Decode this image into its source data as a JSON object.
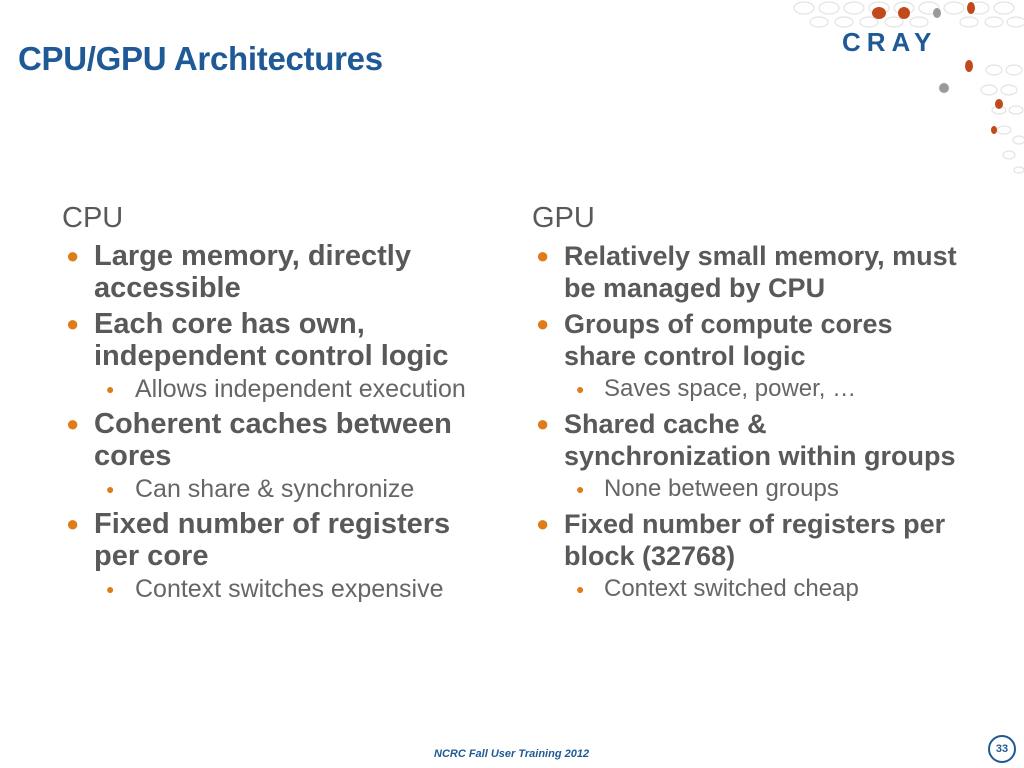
{
  "slide": {
    "title": "CPU/GPU Architectures",
    "logo_text": "CRAY",
    "footer": "NCRC Fall User Training 2012",
    "page_number": "33"
  },
  "colors": {
    "title": "#1f5a96",
    "bullet": "#e07b1a",
    "body": "#595959",
    "dot_orange": "#c04a1a",
    "dot_gray": "#9a9a9a"
  },
  "cpu": {
    "heading": "CPU",
    "items": [
      {
        "text": "Large memory, directly accessible",
        "subs": []
      },
      {
        "text": "Each core has own, independent control logic",
        "subs": [
          "Allows independent execution"
        ]
      },
      {
        "text": "Coherent caches between cores",
        "subs": [
          "Can share & synchronize"
        ]
      },
      {
        "text": "Fixed number of registers per core",
        "subs": [
          "Context switches expensive"
        ]
      }
    ]
  },
  "gpu": {
    "heading": "GPU",
    "items": [
      {
        "text": "Relatively small memory, must be managed by CPU",
        "subs": []
      },
      {
        "text": "Groups of compute cores share control logic",
        "subs": [
          "Saves space, power, …"
        ]
      },
      {
        "text": "Shared cache & synchronization within groups",
        "subs": [
          "None between groups"
        ]
      },
      {
        "text": "Fixed number of registers per block (32768)",
        "subs": [
          "Context switched cheap"
        ]
      }
    ]
  }
}
